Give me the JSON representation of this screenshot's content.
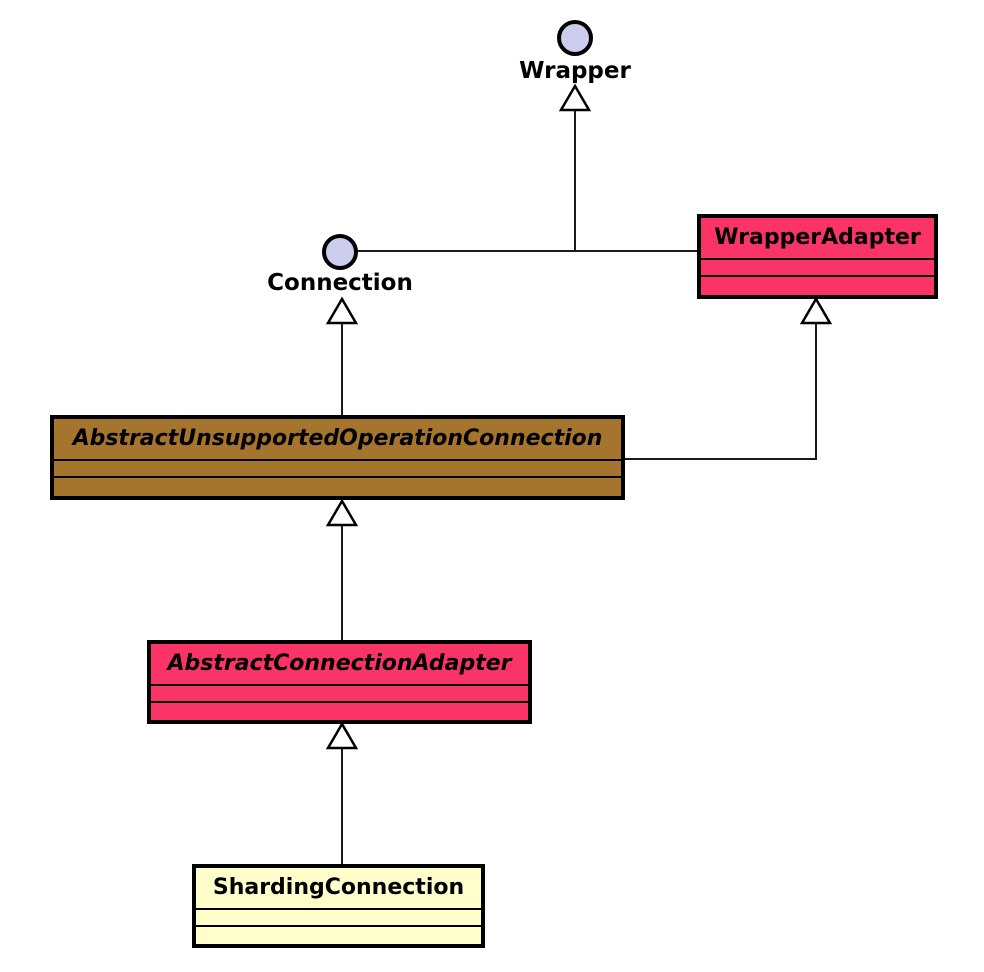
{
  "diagram": {
    "type": "uml-class-diagram",
    "background_color": "#FFFFFF",
    "line_color": "#1A1A1A",
    "border_color": "#000000",
    "arrow_fill": "#FFFFFF",
    "interfaces": [
      {
        "id": "wrapper",
        "label": "Wrapper",
        "fill": "#CCCCEE"
      },
      {
        "id": "connection",
        "label": "Connection",
        "fill": "#CCCCEE"
      }
    ],
    "classes": [
      {
        "id": "wrapper-adapter",
        "label": "WrapperAdapter",
        "abstract": false,
        "fill": "#FB3467"
      },
      {
        "id": "abstract-unsupported-operation-connection",
        "label": "AbstractUnsupportedOperationConnection",
        "abstract": true,
        "fill": "#A5742D"
      },
      {
        "id": "abstract-connection-adapter",
        "label": "AbstractConnectionAdapter",
        "abstract": true,
        "fill": "#FB3467"
      },
      {
        "id": "sharding-connection",
        "label": "ShardingConnection",
        "abstract": false,
        "fill": "#FFFFCC"
      }
    ],
    "relationships": [
      {
        "from": "Connection",
        "to": "Wrapper",
        "type": "generalization"
      },
      {
        "from": "WrapperAdapter",
        "to": "Wrapper",
        "type": "generalization"
      },
      {
        "from": "AbstractUnsupportedOperationConnection",
        "to": "Connection",
        "type": "generalization"
      },
      {
        "from": "AbstractUnsupportedOperationConnection",
        "to": "WrapperAdapter",
        "type": "generalization"
      },
      {
        "from": "AbstractConnectionAdapter",
        "to": "AbstractUnsupportedOperationConnection",
        "type": "generalization"
      },
      {
        "from": "ShardingConnection",
        "to": "AbstractConnectionAdapter",
        "type": "generalization"
      }
    ]
  }
}
